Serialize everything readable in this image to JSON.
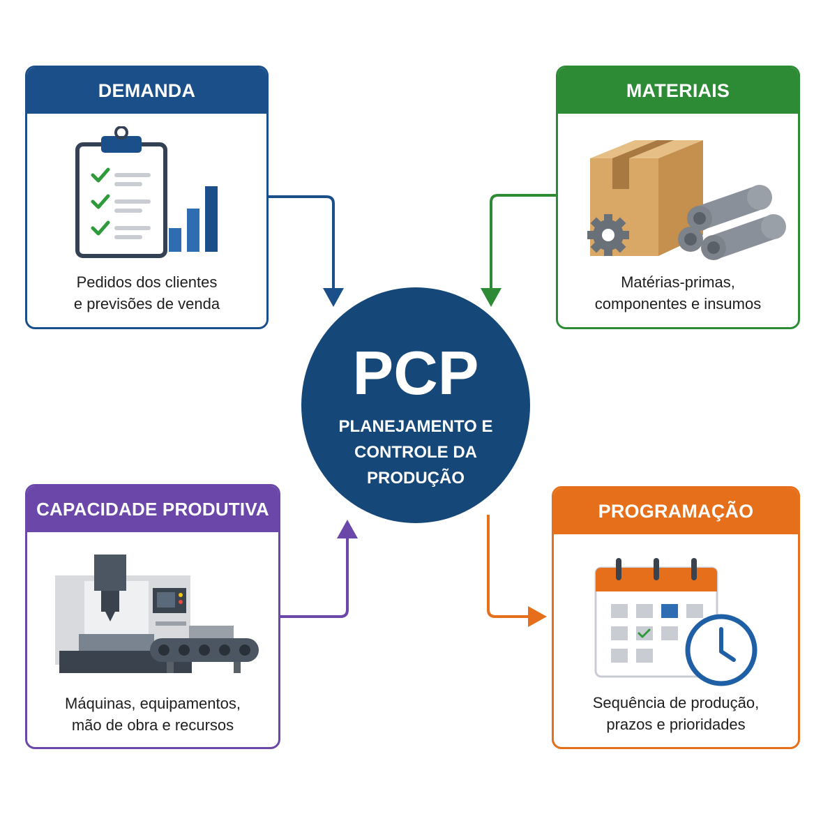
{
  "hub": {
    "acronym": "PCP",
    "full_lines": [
      "PLANEJAMENTO E",
      "CONTROLE DA",
      "PRODUÇÃO"
    ],
    "color": "#154778"
  },
  "cards": {
    "demanda": {
      "title": "DEMANDA",
      "desc_lines": [
        "Pedidos dos clientes",
        "e previsões de venda"
      ],
      "color": "#1b4f8a",
      "icons": [
        "clipboard-checklist-icon",
        "bar-chart-icon"
      ]
    },
    "materiais": {
      "title": "MATERIAIS",
      "desc_lines": [
        "Matérias-primas,",
        "componentes e insumos"
      ],
      "color": "#2e8b35",
      "icons": [
        "cardboard-box-icon",
        "steel-pipes-icon",
        "gear-icon"
      ]
    },
    "capacidade": {
      "title": "CAPACIDADE PRODUTIVA",
      "desc_lines": [
        "Máquinas, equipamentos,",
        "mão de obra e recursos"
      ],
      "color": "#6a47a8",
      "icons": [
        "cnc-machine-icon",
        "conveyor-belt-icon"
      ]
    },
    "programacao": {
      "title": "PROGRAMAÇÃO",
      "desc_lines": [
        "Sequência de produção,",
        "prazos e prioridades"
      ],
      "color": "#e56f1a",
      "icons": [
        "calendar-icon",
        "clock-icon"
      ]
    }
  }
}
